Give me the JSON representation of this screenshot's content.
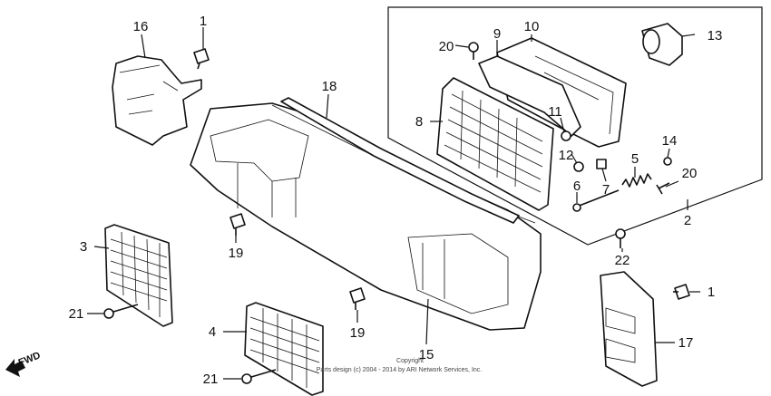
{
  "callouts": {
    "c1a": "1",
    "c1b": "1",
    "c2": "2",
    "c3": "3",
    "c4": "4",
    "c5": "5",
    "c6": "6",
    "c7": "7",
    "c8": "8",
    "c9": "9",
    "c10": "10",
    "c11": "11",
    "c12": "12",
    "c13": "13",
    "c14": "14",
    "c15": "15",
    "c16": "16",
    "c17": "17",
    "c18": "18",
    "c19a": "19",
    "c19b": "19",
    "c20a": "20",
    "c20b": "20",
    "c21a": "21",
    "c21b": "21",
    "c22": "22"
  },
  "direction_label": "FWD",
  "copyright": {
    "line1": "Copyright",
    "line2": "Parts design (c) 2004 - 2014 by ARI Network Services, Inc."
  }
}
